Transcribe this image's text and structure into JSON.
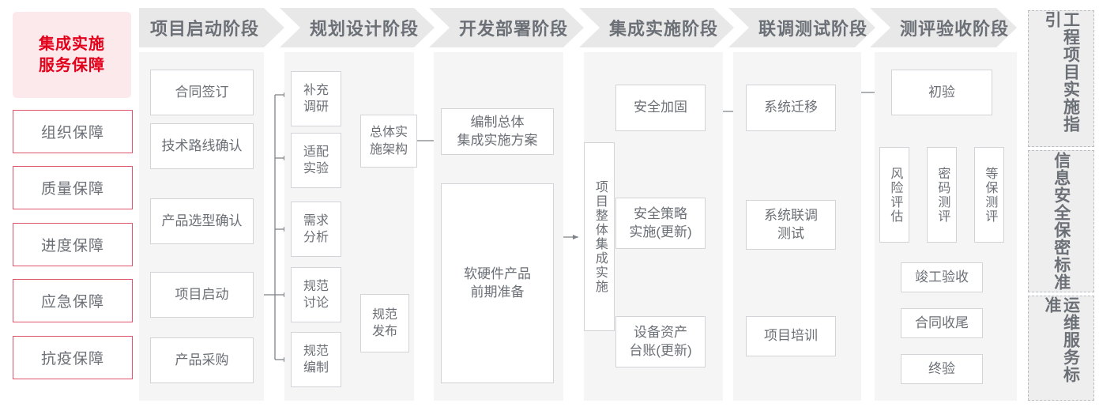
{
  "diagram": {
    "title_block": {
      "line1": "集成实施",
      "line2": "服务保障"
    },
    "guarantees": [
      {
        "label": "组织保障"
      },
      {
        "label": "质量保障"
      },
      {
        "label": "进度保障"
      },
      {
        "label": "应急保障"
      },
      {
        "label": "抗疫保障"
      }
    ],
    "phases": [
      {
        "id": "phase-1",
        "title": "项目启动阶段",
        "nodes": [
          {
            "id": "n-contract-sign",
            "label": "合同签订"
          },
          {
            "id": "n-tech-route",
            "label": "技术路线确认"
          },
          {
            "id": "n-product-select",
            "label": "产品选型确认"
          },
          {
            "id": "n-project-kickoff",
            "label": "项目启动"
          },
          {
            "id": "n-product-procure",
            "label": "产品采购"
          }
        ]
      },
      {
        "id": "phase-2",
        "title": "规划设计阶段",
        "nodes": [
          {
            "id": "n-extra-research",
            "label": "补充\n调研"
          },
          {
            "id": "n-adapt-test",
            "label": "适配\n实验"
          },
          {
            "id": "n-req-analysis",
            "label": "需求\n分析"
          },
          {
            "id": "n-spec-discuss",
            "label": "规范\n讨论"
          },
          {
            "id": "n-spec-draft",
            "label": "规范\n编制"
          },
          {
            "id": "n-overall-arch",
            "label": "总体实\n施架构"
          },
          {
            "id": "n-spec-release",
            "label": "规范\n发布"
          }
        ]
      },
      {
        "id": "phase-3",
        "title": "开发部署阶段",
        "nodes": [
          {
            "id": "n-write-plan",
            "label": "编制总体\n集成实施方案"
          },
          {
            "id": "n-hw-sw-prep",
            "label": "软硬件产品\n前期准备"
          }
        ]
      },
      {
        "id": "phase-4",
        "title": "集成实施阶段",
        "nodes": [
          {
            "id": "n-overall-integration",
            "label": "项目整体集成实施"
          },
          {
            "id": "n-security-harden",
            "label": "安全加固"
          },
          {
            "id": "n-security-policy",
            "label": "安全策略\n实施(更新)"
          },
          {
            "id": "n-asset-ledger",
            "label": "设备资产\n台账(更新)"
          }
        ]
      },
      {
        "id": "phase-5",
        "title": "联调测试阶段",
        "nodes": [
          {
            "id": "n-sys-migration",
            "label": "系统迁移"
          },
          {
            "id": "n-joint-test",
            "label": "系统联调\n测试"
          },
          {
            "id": "n-training",
            "label": "项目培训"
          }
        ]
      },
      {
        "id": "phase-6",
        "title": "测评验收阶段",
        "nodes": [
          {
            "id": "n-initial-accept",
            "label": "初验"
          },
          {
            "id": "n-risk-assess",
            "label": "风险评估"
          },
          {
            "id": "n-crypto-eval",
            "label": "密码测评"
          },
          {
            "id": "n-mlps-eval",
            "label": "等保测评"
          },
          {
            "id": "n-final-accept",
            "label": "竣工验收"
          },
          {
            "id": "n-contract-close",
            "label": "合同收尾"
          },
          {
            "id": "n-final-check",
            "label": "终验"
          }
        ]
      }
    ],
    "standards_rail": [
      {
        "id": "rail-eng",
        "label": "工程项目实施指引"
      },
      {
        "id": "rail-sec",
        "label": "信息安全保密标准"
      },
      {
        "id": "rail-ops",
        "label": "运维服务标准"
      }
    ],
    "colors": {
      "accent_red": "#e2001a",
      "accent_pink_bg": "#fce9ec",
      "guard_border": "#e0536b",
      "phase_head_bg": "#e8e8e8",
      "phase_body_bg": "#f5f5f5",
      "node_border": "#d2d4d7",
      "text": "#6b6f76",
      "wire": "#7e8288"
    }
  }
}
